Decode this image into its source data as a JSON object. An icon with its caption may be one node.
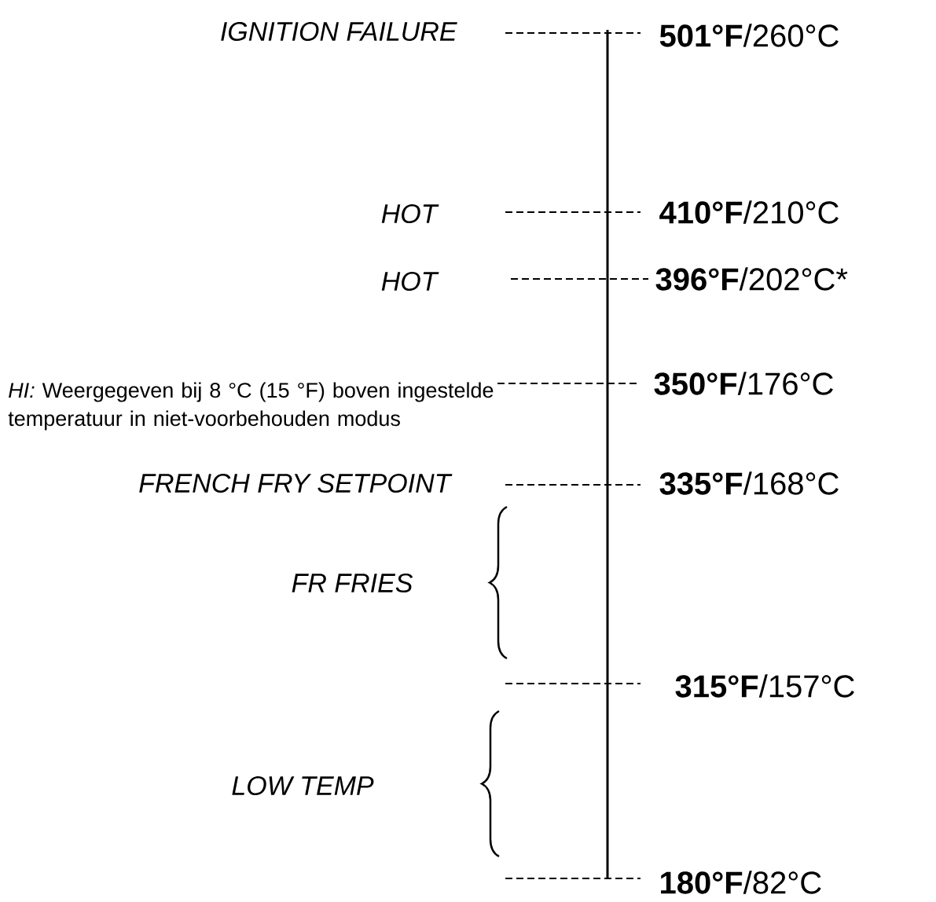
{
  "diagram": {
    "labels": [
      "IGNITION FAILURE",
      "**501°F**/260°C",
      "HOT",
      "**410°F**/210°C",
      "HOT",
      "**396°F**/202°C*",
      "*HI:* Weergegeven bij 8 °C (15 °F) boven ingestelde temperatuur in niet-voorbehouden modus",
      "**350°F**/176°C",
      "FRENCH FRY SETPOINT",
      "**335°F**/168°C",
      "FR FRIES",
      "**315°F**/157°C",
      "LOW TEMP",
      "**180°F**/82°C"
    ]
  }
}
